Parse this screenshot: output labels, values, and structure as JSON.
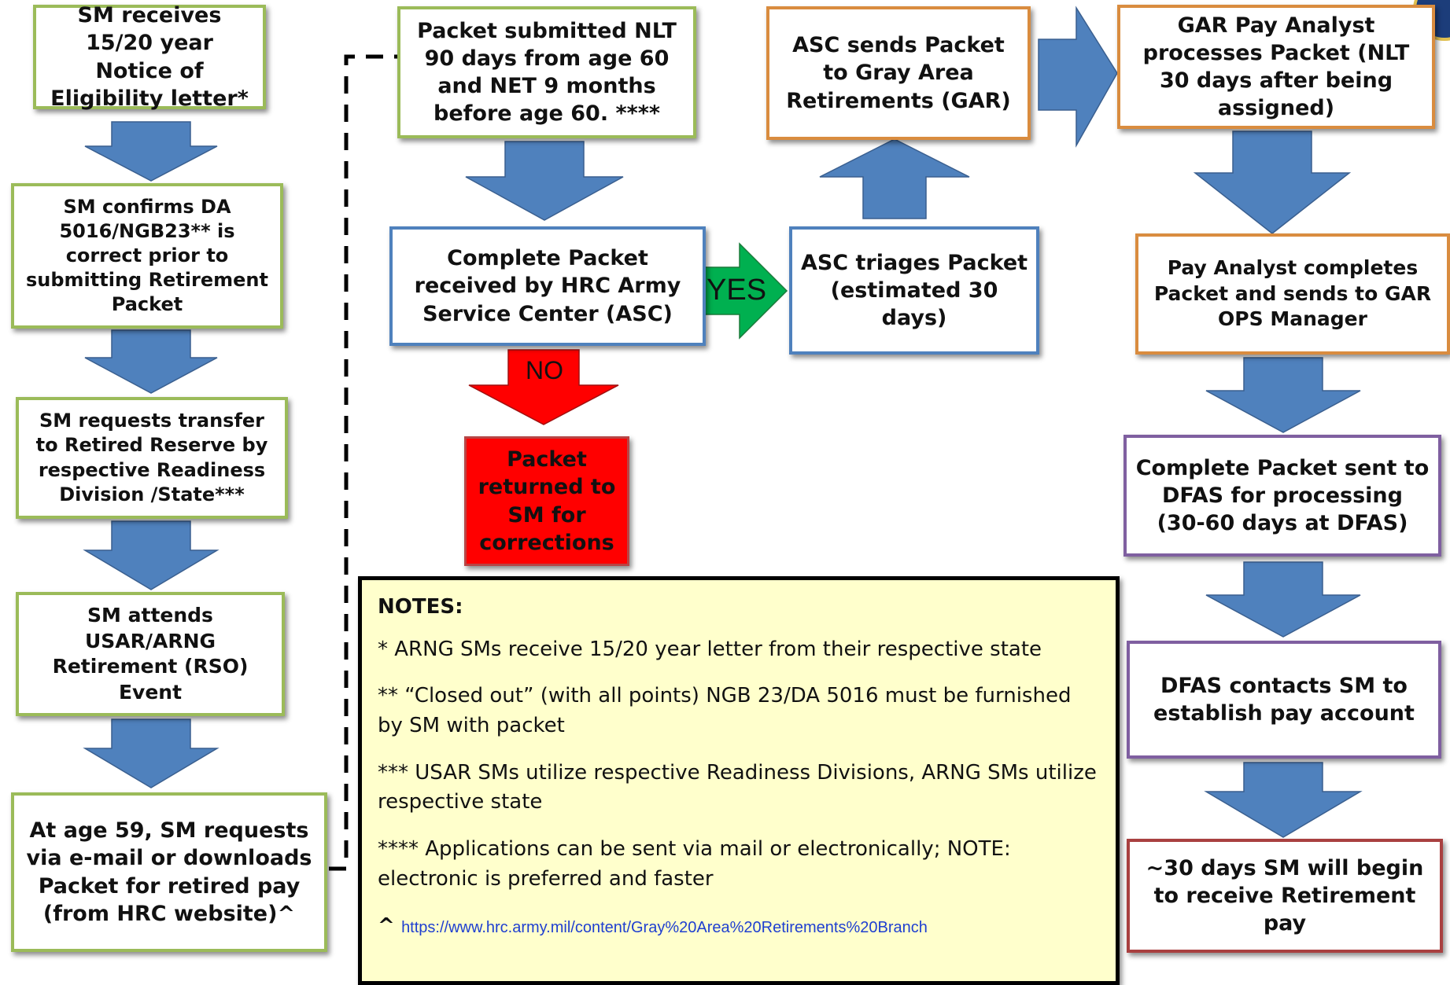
{
  "colors": {
    "arrow_fill": "#4f81bd",
    "yes_arrow": "#00b050",
    "no_arrow": "#ff0000",
    "notes_bg": "#ffffcc",
    "link": "#1f3fd0"
  },
  "left_column": [
    "SM receives 15/20 year Notice of Eligibility letter*",
    "SM confirms DA 5016/NGB23** is correct prior to submitting Retirement Packet",
    "SM requests transfer to Retired Reserve by respective Readiness Division /State***",
    "SM attends USAR/ARNG Retirement (RSO) Event",
    "At age 59, SM requests via e-mail or downloads Packet for retired pay (from HRC website)^"
  ],
  "middle": {
    "submitted": "Packet submitted NLT 90 days from age 60 and NET 9 months before age 60. ****",
    "received": "Complete Packet received by HRC Army Service Center (ASC)",
    "yes_label": "YES",
    "no_label": "NO",
    "returned": "Packet returned to SM for corrections"
  },
  "asc": {
    "sends": "ASC sends Packet to Gray Area Retirements (GAR)",
    "triages": "ASC triages Packet (estimated 30 days)"
  },
  "right_column": [
    "GAR Pay Analyst processes Packet (NLT 30 days after being assigned)",
    "Pay Analyst completes Packet and sends to GAR OPS Manager",
    "Complete Packet sent to DFAS for processing (30-60 days at DFAS)",
    "DFAS contacts SM to establish pay account",
    "~30 days SM will begin to receive Retirement pay"
  ],
  "notes": {
    "title": "NOTES:",
    "items": [
      "* ARNG SMs receive 15/20 year letter from their respective state",
      "** “Closed out” (with all points) NGB 23/DA 5016  must be furnished by SM with packet",
      "*** USAR SMs utilize respective Readiness Divisions, ARNG SMs utilize respective state",
      "**** Applications can be sent via mail or electronically; NOTE: electronic is preferred and faster"
    ],
    "link_prefix": "^",
    "link": "https://www.hrc.army.mil/content/Gray%20Area%20Retirements%20Branch"
  }
}
